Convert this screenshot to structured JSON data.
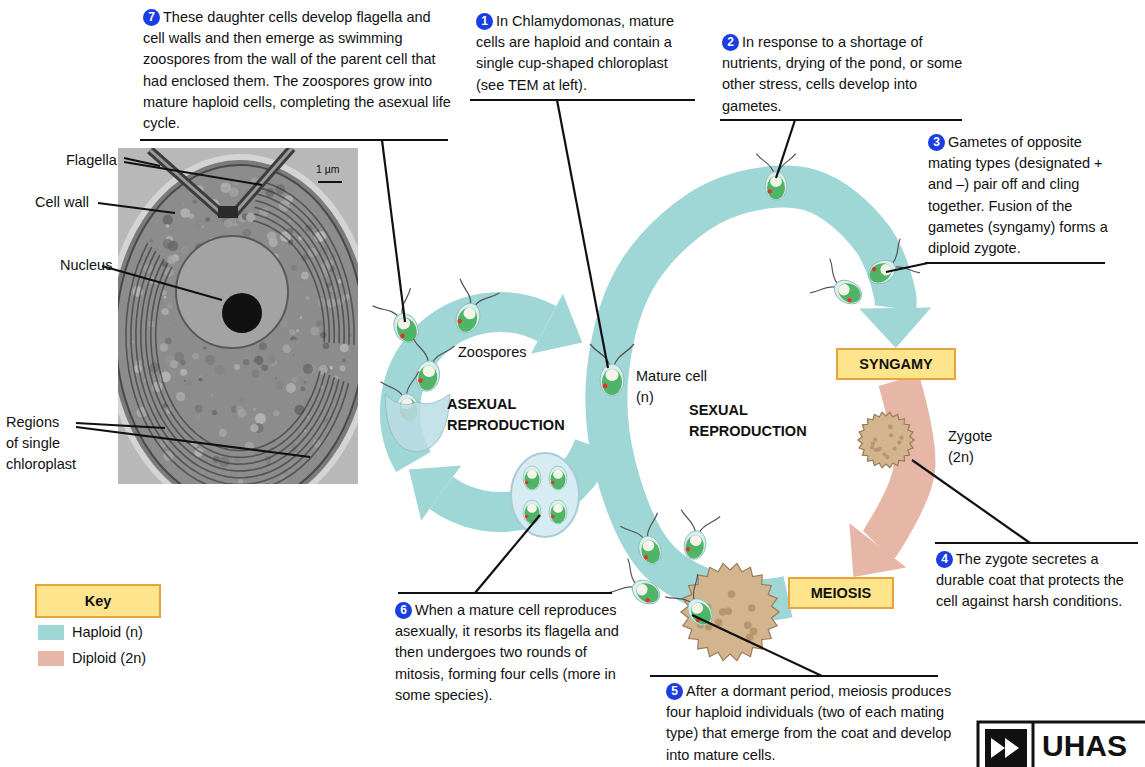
{
  "diagram": {
    "nodes": [
      {
        "text": [
          "SYNGAMY"
        ]
      },
      {
        "text": [
          "MEIOSIS"
        ]
      },
      {
        "text": [
          "Key"
        ]
      }
    ],
    "edges": [
      {
        "from": 0,
        "to": 1,
        "arrow": "to"
      },
      {
        "from": 1,
        "to": 0,
        "arrow": "to"
      }
    ],
    "labels": [
      "7",
      "These daughter cells develop flagella and cell walls and then emerge as swimming zoospores from the wall of the parent cell that had enclosed them. The zoospores grow into mature haploid cells, completing the asexual life cycle.",
      "1",
      "In Chlamydomonas, mature cells are haploid and contain a single cup-shaped chloroplast (see TEM at left).",
      "2",
      "In response to a shortage of nutrients, drying of the pond, or some other stress, cells develop into gametes.",
      "3",
      "Gametes of opposite mating types (designated + and –) pair off and cling together. Fusion of the gametes (syngamy) forms a diploid zygote.",
      "Flagella",
      "Cell wall",
      "Nucleus",
      "Regions of single chloroplast",
      "1 µm",
      "Zoospores",
      "Mature cell (n)",
      "ASEXUAL REPRODUCTION",
      "SEXUAL REPRODUCTION",
      "Zygote (2n)",
      "4",
      "The zygote secretes a durable coat that protects the cell against harsh conditions.",
      "6",
      "When a mature cell reproduces asexually, it resorbs its flagella and then undergoes two rounds of mitosis, forming four cells (more in some species).",
      "5",
      "After a dormant period, meiosis produces four haploid individuals (two of each mating type) that emerge from the coat and develop into mature cells.",
      "UHAS"
    ],
    "legend": [
      {
        "text": "Haploid (n)",
        "color": "#9fd6d6"
      },
      {
        "text": "Diploid (2n)",
        "color": "#e6b6a6"
      }
    ]
  }
}
